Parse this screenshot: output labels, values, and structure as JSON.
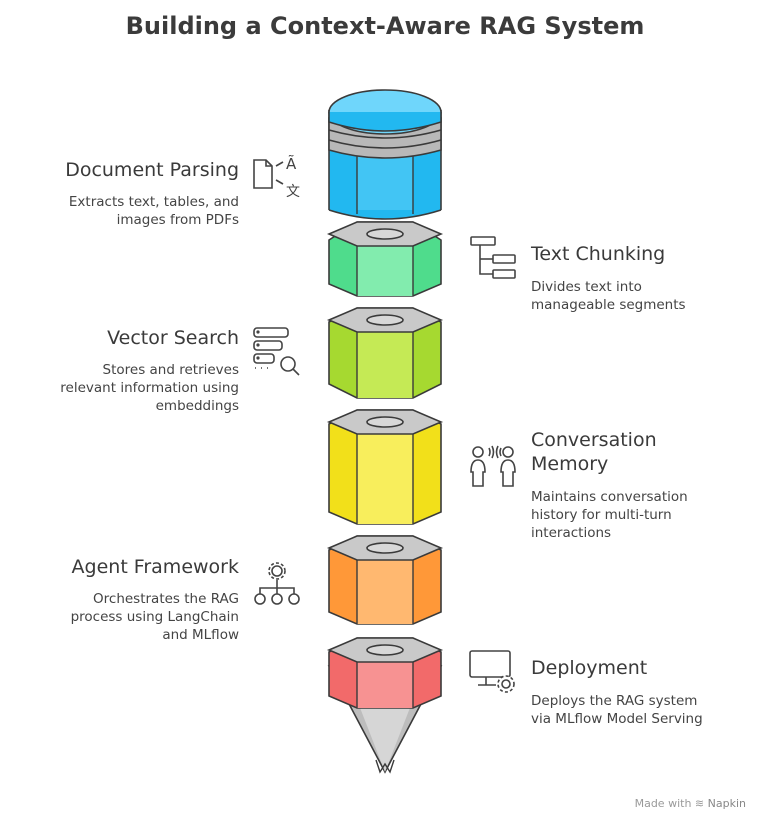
{
  "title": "Building a Context-Aware RAG System",
  "stages": [
    {
      "label": "Document Parsing",
      "desc": [
        "Extracts text, tables, and",
        "images from PDFs"
      ],
      "side": "left",
      "color": "#29b6f6",
      "icon": "document-translate-icon"
    },
    {
      "label": "Text Chunking",
      "desc": [
        "Divides text into",
        "manageable segments"
      ],
      "side": "right",
      "color": "#4cd98a",
      "icon": "hierarchy-icon"
    },
    {
      "label": "Vector Search",
      "desc": [
        "Stores and retrieves",
        "relevant information using",
        "embeddings"
      ],
      "side": "left",
      "color": "#a4d92e",
      "icon": "database-search-icon"
    },
    {
      "label": "Conversation",
      "label2": "Memory",
      "desc": [
        "Maintains conversation",
        "history for multi-turn",
        "interactions"
      ],
      "side": "right",
      "color": "#f5e31c",
      "icon": "people-talking-icon"
    },
    {
      "label": "Agent Framework",
      "desc": [
        "Orchestrates the RAG",
        "process using LangChain",
        "and MLflow"
      ],
      "side": "left",
      "color": "#ff9a3c",
      "icon": "gear-network-icon"
    },
    {
      "label": "Deployment",
      "desc": [
        "Deploys the RAG system",
        "via MLflow Model Serving"
      ],
      "side": "right",
      "color": "#f56f6f",
      "icon": "monitor-gear-icon"
    }
  ],
  "footer": {
    "made_with": "Made with",
    "brand": "Napkin"
  },
  "icon_glyphs": {
    "translate_a": "Ã",
    "translate_zh": "文"
  }
}
